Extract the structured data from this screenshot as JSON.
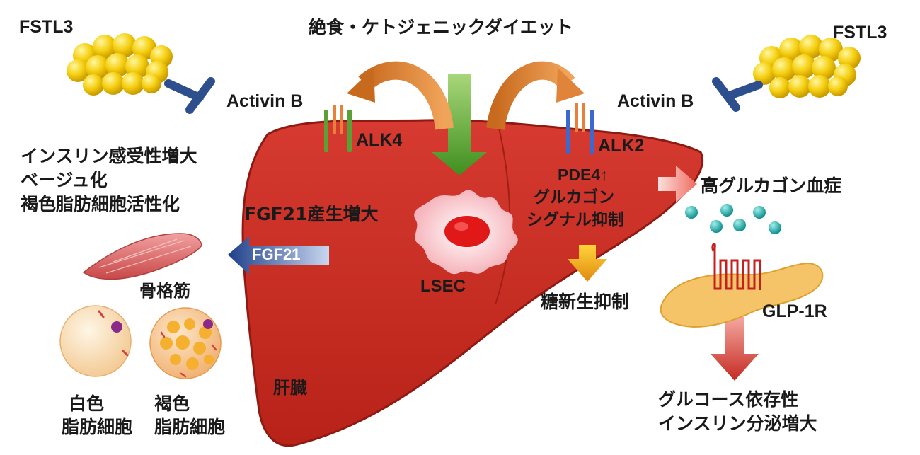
{
  "title": "絶食・ケトジェニックダイエット",
  "fstl3_left": "FSTL3",
  "fstl3_right": "FSTL3",
  "activin_left": "Activin B",
  "activin_right": "Activin B",
  "alk4": "ALK4",
  "alk2": "ALK2",
  "insulin_sensitivity": "インスリン感受性増大",
  "beige": "ベージュ化",
  "brown_activation": "褐色脂肪細胞活性化",
  "fgf21_production": "FGF21産生増大",
  "fgf21_arrow": "FGF21",
  "skeletal_muscle": "骨格筋",
  "white_fat_1": "白色",
  "white_fat_2": "脂肪細胞",
  "brown_fat_1": "褐色",
  "brown_fat_2": "脂肪細胞",
  "liver": "肝臓",
  "lsec": "LSEC",
  "pde4": "PDE4↑",
  "glucagon_1": "グルカゴン",
  "glucagon_2": "シグナル抑制",
  "gluconeogenesis": "糖新生抑制",
  "hyperglucagonemia": "高グルカゴン血症",
  "glp1r": "GLP-1R",
  "insulin_secretion_1": "グルコース依存性",
  "insulin_secretion_2": "インスリン分泌増大",
  "colors": {
    "liver": "#c42a22",
    "fstl3": "#f2c200",
    "inhibitor": "#2d4f8e",
    "green_arrow": "#4f9a2a",
    "orange_arrow": "#d4702a",
    "fgf21_arrow": "#2d4f9e",
    "receptor_orange": "#e8803a",
    "receptor_green": "#5aa036",
    "receptor_blue": "#3a6ad0",
    "glucagon_dot": "#1aa3a3"
  }
}
